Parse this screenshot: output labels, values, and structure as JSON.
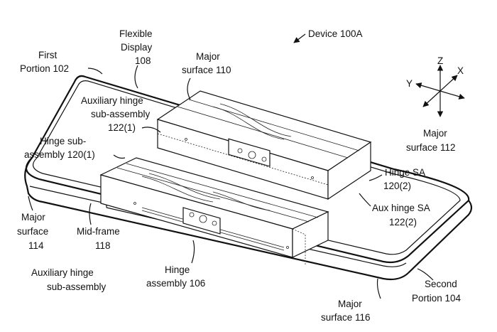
{
  "labels": {
    "device": "Device 100A",
    "first_portion_1": "First",
    "first_portion_2": "Portion 102",
    "flexible_display_1": "Flexible",
    "flexible_display_2": "Display",
    "flexible_display_3": "108",
    "major_surface_110_1": "Major",
    "major_surface_110_2": "surface 110",
    "aux_hinge_1_1": "Auxiliary hinge",
    "aux_hinge_1_2": "sub-assembly",
    "aux_hinge_1_3": "122(1)",
    "hinge_sub_1_1": "Hinge sub-",
    "hinge_sub_1_2": "assembly 120(1)",
    "major_surface_112_1": "Major",
    "major_surface_112_2": "surface 112",
    "hinge_sa_2_1": "Hinge SA",
    "hinge_sa_2_2": "120(2)",
    "aux_hinge_sa_2_1": "Aux hinge SA",
    "aux_hinge_sa_2_2": "122(2)",
    "major_surface_114_1": "Major",
    "major_surface_114_2": "surface",
    "major_surface_114_3": "114",
    "mid_frame_1": "Mid-frame",
    "mid_frame_2": "118",
    "aux_hinge_sub_1": "Auxiliary hinge",
    "aux_hinge_sub_2": "sub-assembly",
    "hinge_assembly_1": "Hinge",
    "hinge_assembly_2": "assembly 106",
    "major_surface_116_1": "Major",
    "major_surface_116_2": "surface 116",
    "second_portion_1": "Second",
    "second_portion_2": "Portion 104"
  },
  "axes": {
    "z": "Z",
    "x": "X",
    "y": "Y"
  }
}
